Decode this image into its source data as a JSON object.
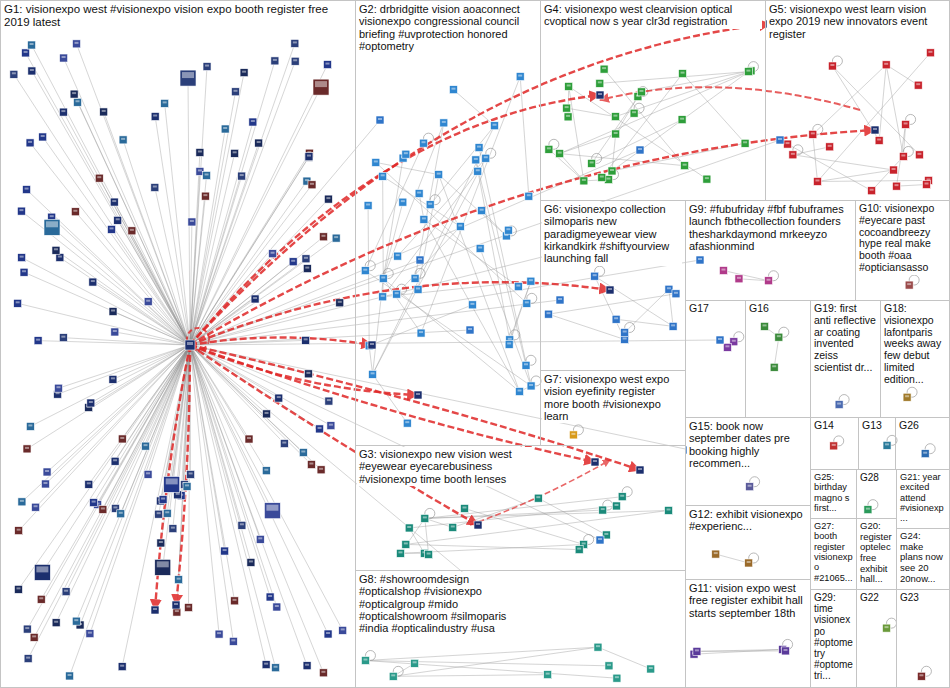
{
  "diagram": {
    "nodes": [
      {
        "text": [
          "G1: visionexpo west #visionexpo vision expo booth register free 2019 latest"
        ]
      },
      {
        "text": [
          "G2: drbridgitte vision aoaconnect visionexpo congressional council briefing #uvprotection honored #optometry"
        ]
      },
      {
        "text": [
          "G4: visionexpo west clearvision optical cvoptical now s year clr3d registration"
        ]
      },
      {
        "text": [
          "G5: visionexpo west learn vision expo 2019 new innovators event register"
        ]
      },
      {
        "text": [
          "G6: visionexpo collection silmoparis new paradigmeyewear view kirkandkirk #shiftyourview launching fall"
        ]
      },
      {
        "text": [
          "G9: #fubufriday #fbf fubuframes launch fbthecollection founders thesharkdaymond mrkeeyzo afashionmind"
        ]
      },
      {
        "text": [
          "G10: visionexpo #eyecare past cocoandbreezy hype real make booth #oaa #opticiansasso"
        ]
      },
      {
        "text": [
          "G17"
        ]
      },
      {
        "text": [
          "G16"
        ]
      },
      {
        "text": [
          "G19: first anti reflective ar coating invented zeiss scientist dr..."
        ]
      },
      {
        "text": [
          "G18: visionexpo lafontparis weeks away few debut limited edition..."
        ]
      },
      {
        "text": [
          "G7: visionexpo west expo vision eyefinity register more booth #visionexpo learn"
        ]
      },
      {
        "text": [
          "G15: book now september dates pre booking highly recommen..."
        ]
      },
      {
        "text": [
          "G14"
        ]
      },
      {
        "text": [
          "G13"
        ]
      },
      {
        "text": [
          "G26"
        ]
      },
      {
        "text": [
          "G3: visionexpo new vision west #eyewear eyecarebusiness #visionexpo time booth lenses"
        ]
      },
      {
        "text": [
          "G25: birthday magno s first..."
        ]
      },
      {
        "text": [
          "G28"
        ]
      },
      {
        "text": [
          "G21: year excited attend #visionexp..."
        ]
      },
      {
        "text": [
          "G12: exhibit visionexpo #experienc..."
        ]
      },
      {
        "text": [
          "G27: booth register visionexpo #21065..."
        ]
      },
      {
        "text": [
          "G20: register optelec free exhibit hall..."
        ]
      },
      {
        "text": [
          "G24: make plans now see 20 20now..."
        ]
      },
      {
        "text": [
          "G8: #showroomdesign #opticalshop #visionexpo #opticalgroup #mido #opticalshowroom #silmoparis #india #opticalindustry #usa"
        ]
      },
      {
        "text": [
          "G11: vision expo west free register exhibit hall starts september 18th"
        ]
      },
      {
        "text": [
          "G29: time visionexpo #optometry #optometri..."
        ]
      },
      {
        "text": [
          "G22"
        ]
      },
      {
        "text": [
          "G23"
        ]
      }
    ]
  }
}
